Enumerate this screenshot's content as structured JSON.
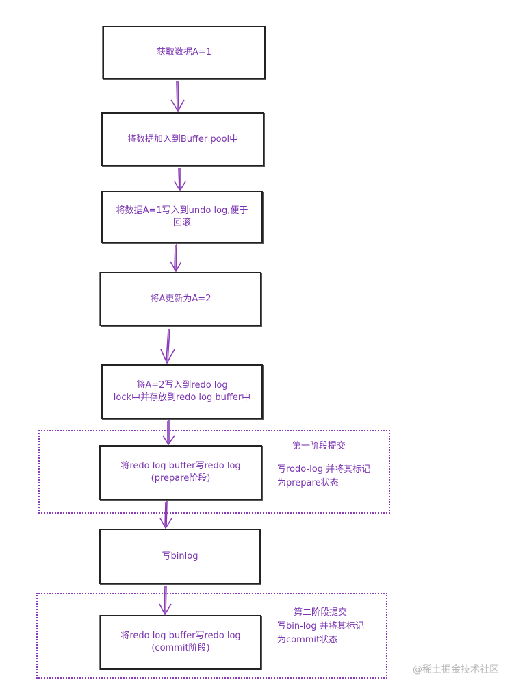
{
  "steps": [
    {
      "lines": [
        "获取数据A=1"
      ]
    },
    {
      "lines": [
        "将数据加入到Buffer pool中"
      ]
    },
    {
      "lines": [
        "将数据A=1写入到undo log,便于",
        "回滚"
      ]
    },
    {
      "lines": [
        "将A更新为A=2"
      ]
    },
    {
      "lines": [
        "将A=2写入到redo log",
        "lock中并存放到redo log buffer中"
      ]
    },
    {
      "lines": [
        "将redo log buffer写redo log",
        "(prepare阶段)"
      ]
    },
    {
      "lines": [
        "写binlog"
      ]
    },
    {
      "lines": [
        "将redo log buffer写redo log",
        "(commit阶段)"
      ]
    }
  ],
  "phase1": {
    "title": "第一阶段提交",
    "desc1": "写rodo-log 并将其标记",
    "desc2": "为prepare状态"
  },
  "phase2": {
    "title": "第二阶段提交",
    "desc1": "写bin-log 并将其标记",
    "desc2": "为commit状态"
  },
  "watermark": "@稀土掘金技术社区",
  "colors": {
    "text": "#7a33b0",
    "arrow": "#8a3bb8",
    "border": "#222222"
  }
}
